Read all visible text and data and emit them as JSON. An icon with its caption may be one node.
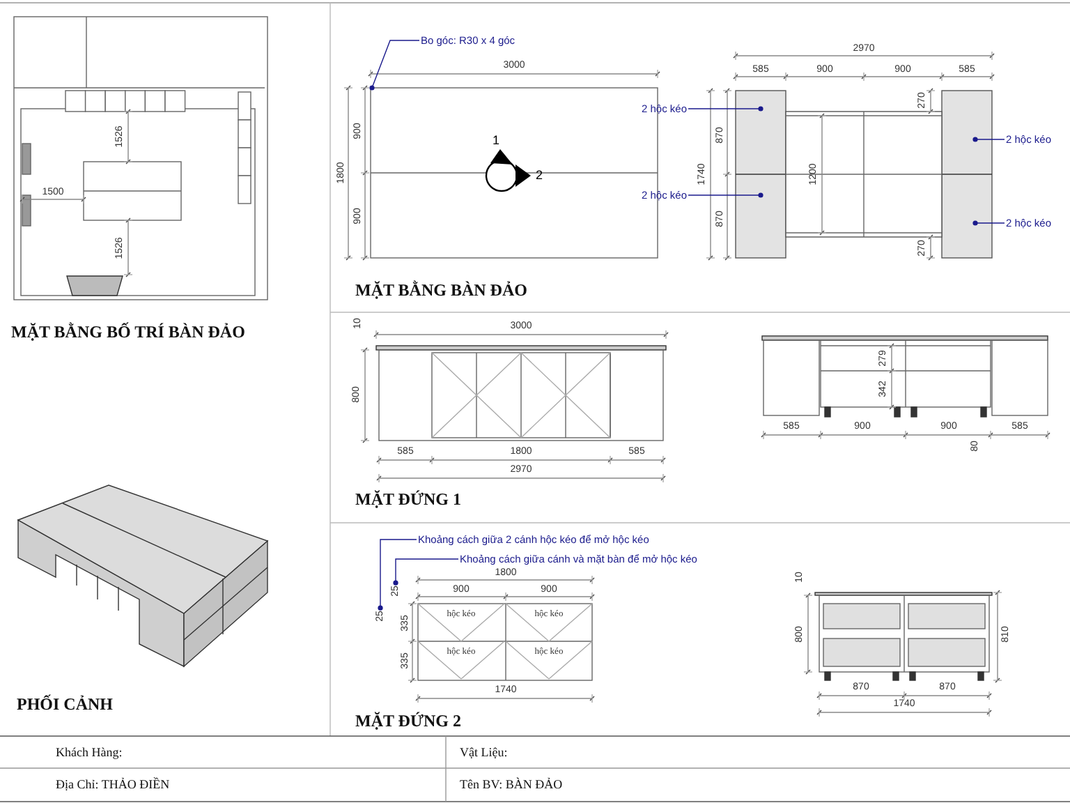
{
  "diagram": {
    "nodes": [
      {
        "text": [
          "Bo góc: R30 x 4 góc"
        ]
      },
      {
        "text": [
          "2 hộc kéo"
        ]
      },
      {
        "text": [
          "2 hộc kéo"
        ]
      },
      {
        "text": [
          "2 hộc kéo"
        ]
      },
      {
        "text": [
          "2 hộc kéo"
        ]
      },
      {
        "text": [
          "Khoảng cách giữa 2 cánh hộc kéo để mở hộc kéo"
        ]
      },
      {
        "text": [
          "Khoảng cách giữa cánh và mặt bàn để mở hộc kéo"
        ]
      },
      {
        "text": [
          "25"
        ]
      },
      {
        "text": [
          "25"
        ]
      }
    ],
    "edges": [
      {
        "from": 0,
        "to": null,
        "arrow": "other"
      },
      {
        "from": 1,
        "to": null,
        "arrow": "other"
      },
      {
        "from": 2,
        "to": null,
        "arrow": "other"
      },
      {
        "from": 3,
        "to": null,
        "arrow": "other"
      },
      {
        "from": 4,
        "to": null,
        "arrow": "other"
      },
      {
        "from": 5,
        "to": 8,
        "arrow": "other"
      },
      {
        "from": 6,
        "to": 7,
        "arrow": "other"
      }
    ],
    "labels": [
      "1526",
      "1500",
      "1526",
      "MẶT BẰNG BỐ TRÍ BÀN ĐẢO",
      "3000",
      "900",
      "1800",
      "900",
      "1",
      "2",
      "2970",
      "585",
      "900",
      "900",
      "585",
      "870",
      "1740",
      "870",
      "1200",
      "270",
      "270",
      "MẶT BẰNG BÀN ĐẢO",
      "10",
      "3000",
      "800",
      "585",
      "1800",
      "585",
      "2970",
      "279",
      "342",
      "585",
      "900",
      "900",
      "585",
      "80",
      "MẶT ĐỨNG 1",
      "1800",
      "900",
      "900",
      "335",
      "hộc kéo",
      "hộc kéo",
      "335",
      "hộc kéo",
      "hộc kéo",
      "1740",
      "10",
      "800",
      "810",
      "870",
      "870",
      "1740",
      "MẶT ĐỨNG 2",
      "PHỐI CẢNH",
      "Khách Hàng:",
      "Vật Liệu:",
      "Địa Chỉ: THẢO ĐIỀN",
      "Tên BV: BÀN ĐẢO"
    ]
  }
}
